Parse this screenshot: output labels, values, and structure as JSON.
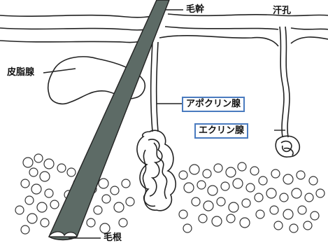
{
  "labels": {
    "hair_shaft": "毛幹",
    "sweat_pore": "汗孔",
    "sebaceous_gland": "皮脂腺",
    "apocrine_gland": "アポクリン腺",
    "eccrine_gland": "エクリン腺",
    "hair_root": "毛根"
  },
  "colors": {
    "hair": "#5d6b66",
    "line": "#222222",
    "box_border": "#4a7bbf"
  }
}
